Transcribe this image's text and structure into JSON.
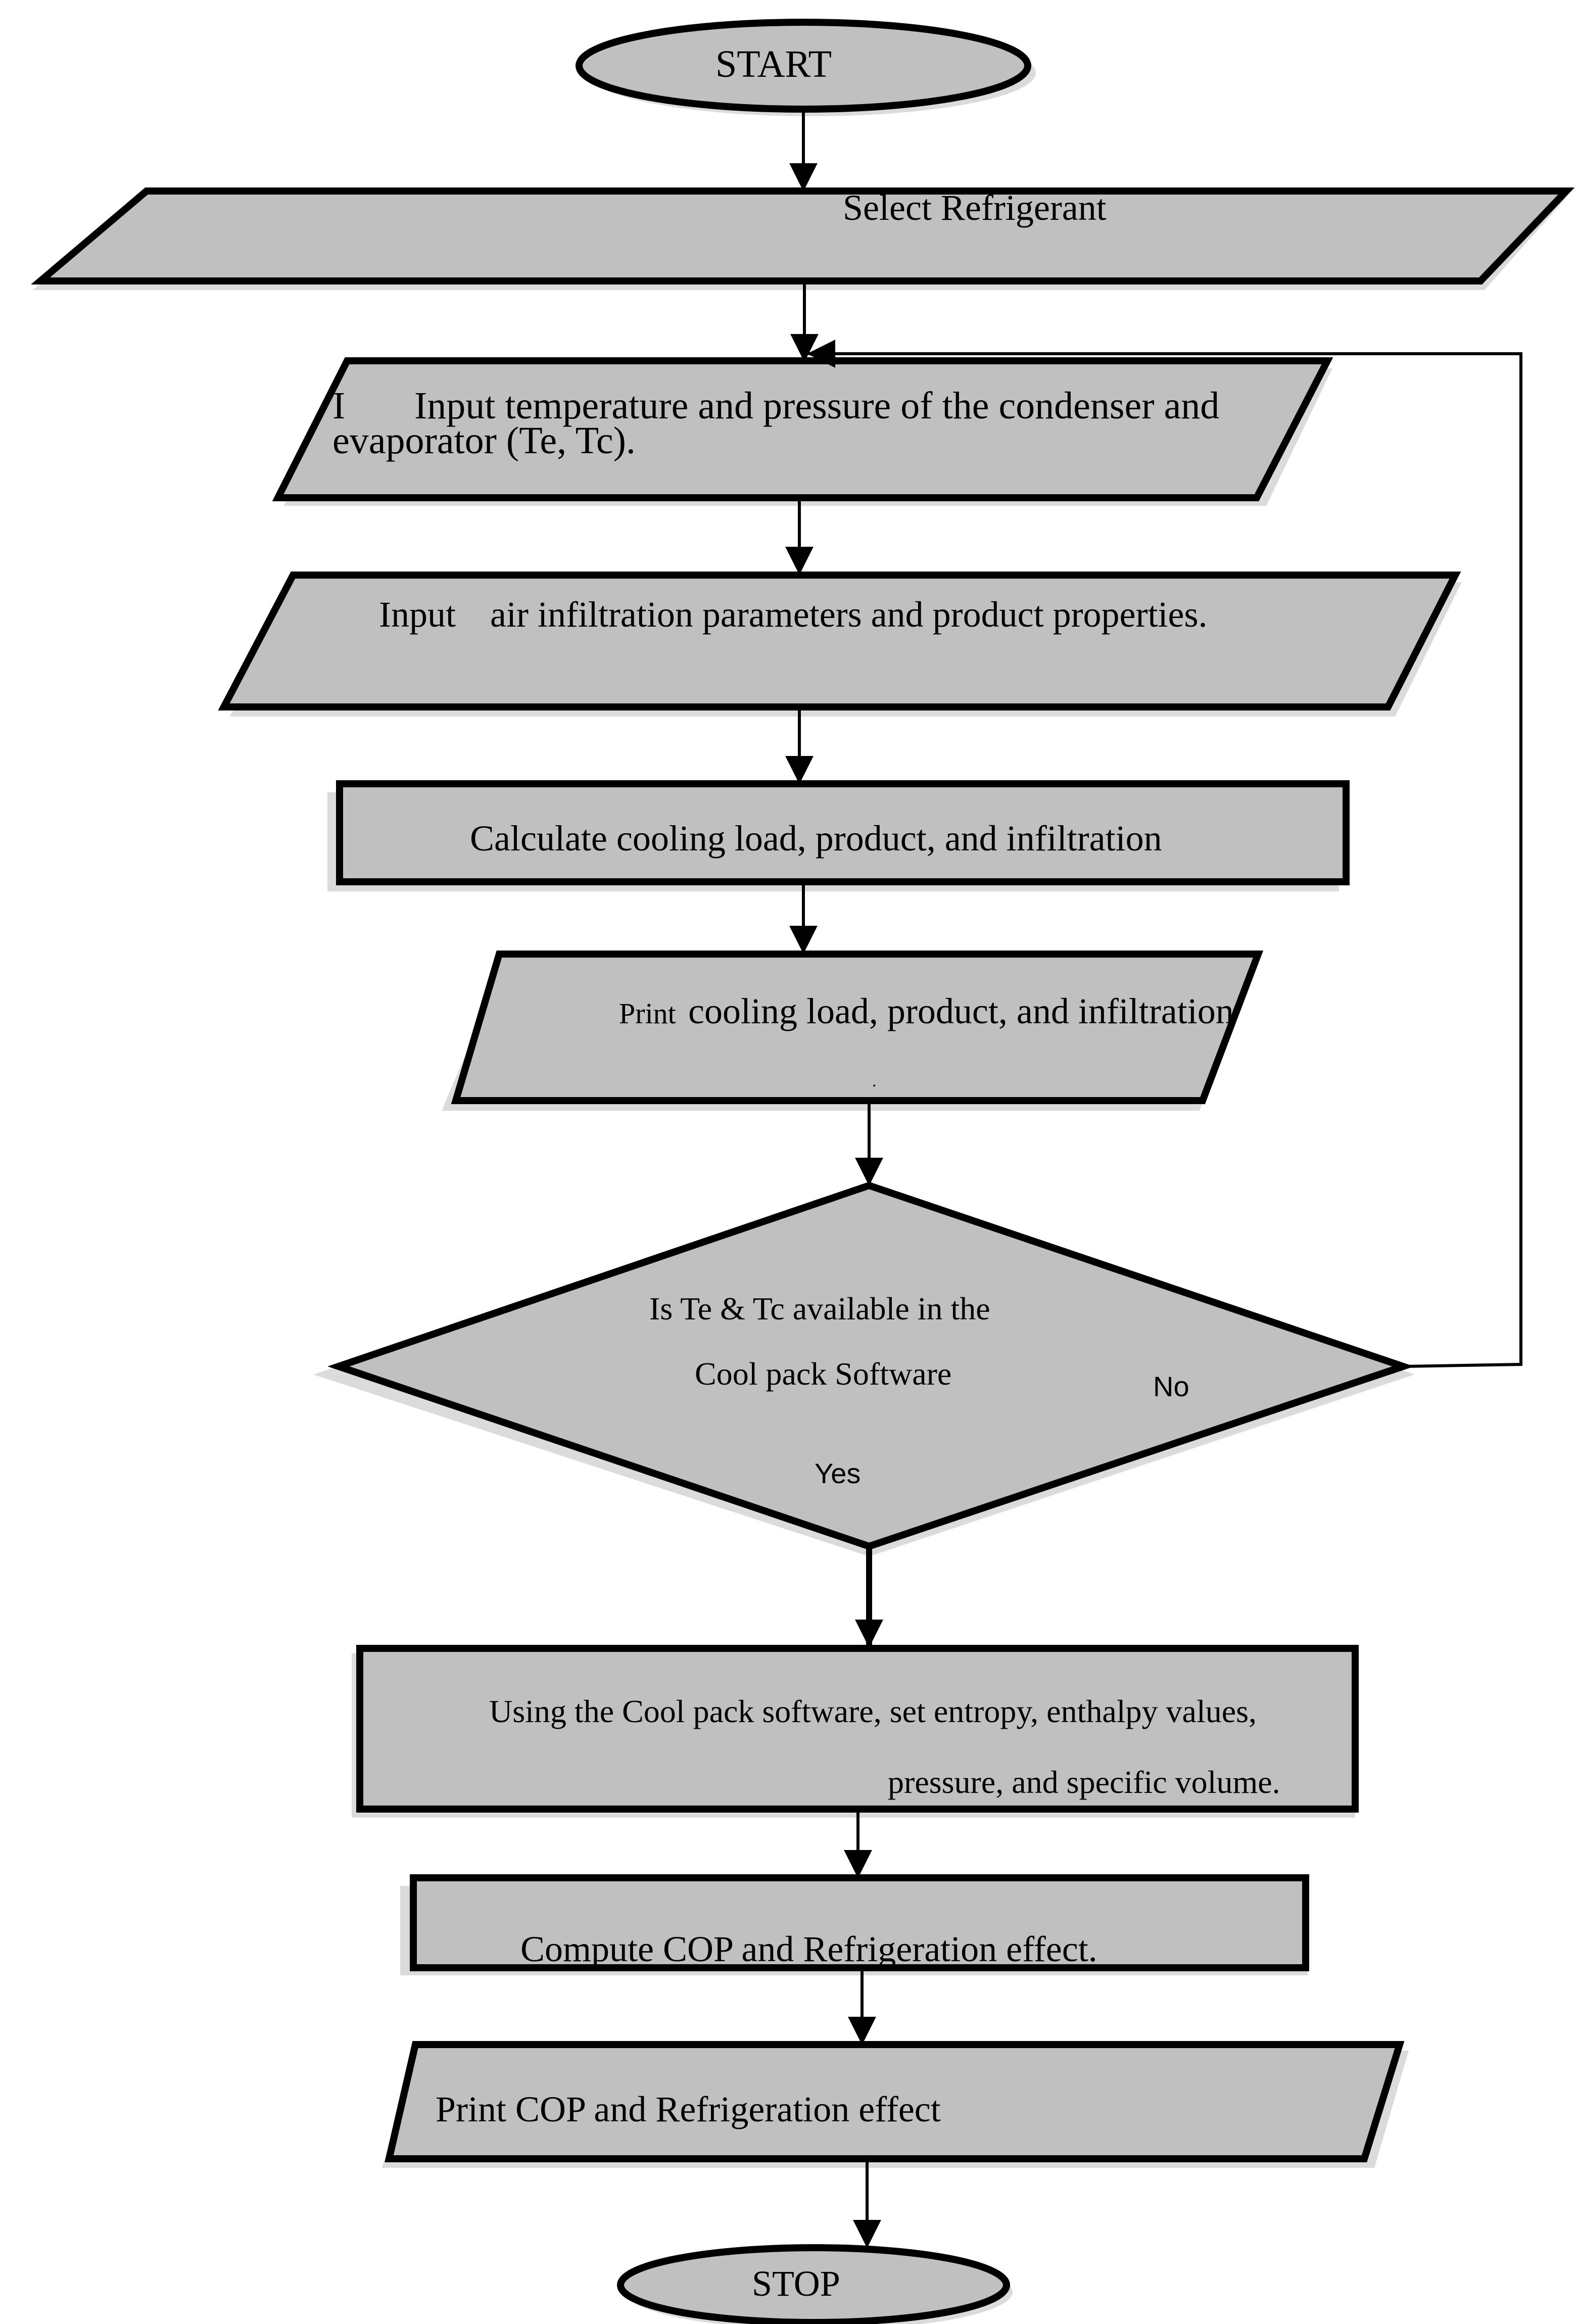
{
  "flowchart": {
    "start": "START",
    "select_refrigerant": "Select Refrigerant",
    "input_conditions": {
      "marker": "I",
      "line1": "Input temperature and pressure of the condenser and",
      "line2": "evaporator (Te, Tc)."
    },
    "input_infiltration": {
      "word": "Input",
      "rest": "air infiltration parameters and product properties."
    },
    "calculate_load": "Calculate cooling load, product, and infiltration",
    "print_load": {
      "prefix": "Print",
      "rest": "cooling load, product, and infiltration",
      "dot": "."
    },
    "decision": {
      "line1": "Is Te & Tc available in the",
      "line2": "Cool pack Software",
      "no_label": "No",
      "yes_label": "Yes"
    },
    "coolpack_step": {
      "line1": "Using the Cool pack software, set entropy, enthalpy values,",
      "line2": "pressure, and specific volume."
    },
    "compute_cop": "Compute COP and Refrigeration effect.",
    "print_cop": "Print COP and Refrigeration effect",
    "stop": "STOP"
  },
  "colors": {
    "shape_fill": "#c0c0c0",
    "outline": "#000000",
    "background": "#ffffff"
  }
}
